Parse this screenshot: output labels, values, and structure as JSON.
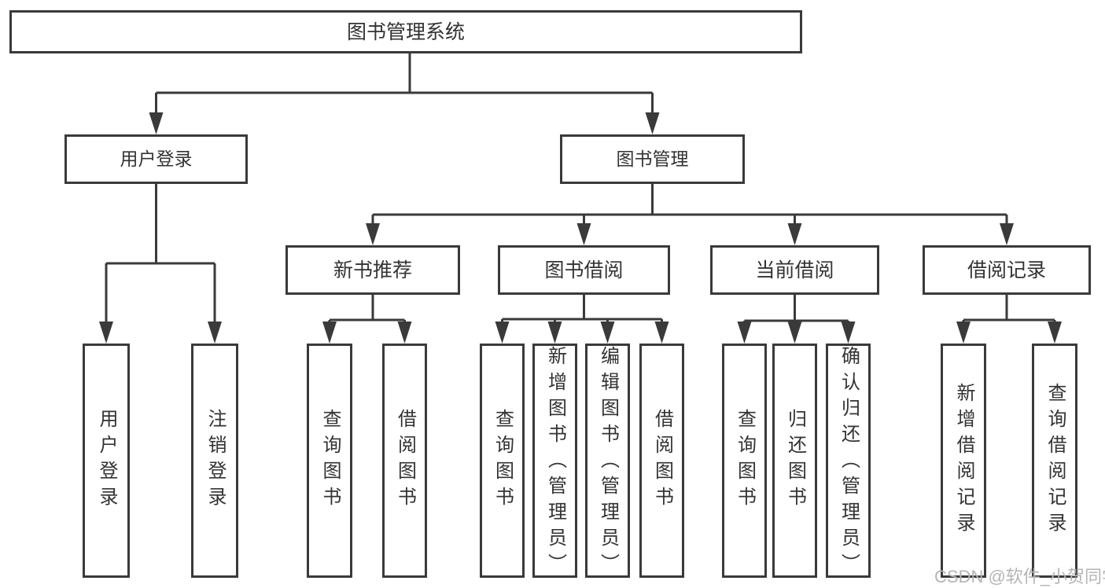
{
  "diagram": {
    "type": "hierarchy-tree",
    "watermark": "CSDN @软件_小贺同学",
    "colors": {
      "background": "#ffffff",
      "line": "#3a3a3a",
      "box_border": "#3a3a3a",
      "text": "#333333",
      "watermark_text": "#b5b5b5"
    },
    "tree": {
      "root": "图书管理系统",
      "children": [
        {
          "label": "用户登录",
          "children": [
            "用户登录",
            "注销登录"
          ]
        },
        {
          "label": "图书管理",
          "children": [
            {
              "label": "新书推荐",
              "children": [
                "查询图书",
                "借阅图书"
              ]
            },
            {
              "label": "图书借阅",
              "children": [
                "查询图书",
                "新增图书（管理员）",
                "编辑图书（管理员）",
                "借阅图书"
              ]
            },
            {
              "label": "当前借阅",
              "children": [
                "查询图书",
                "归还图书",
                "确认归还（管理员）"
              ]
            },
            {
              "label": "借阅记录",
              "children": [
                "新增借阅记录",
                "查询借阅记录"
              ]
            }
          ]
        }
      ]
    }
  }
}
